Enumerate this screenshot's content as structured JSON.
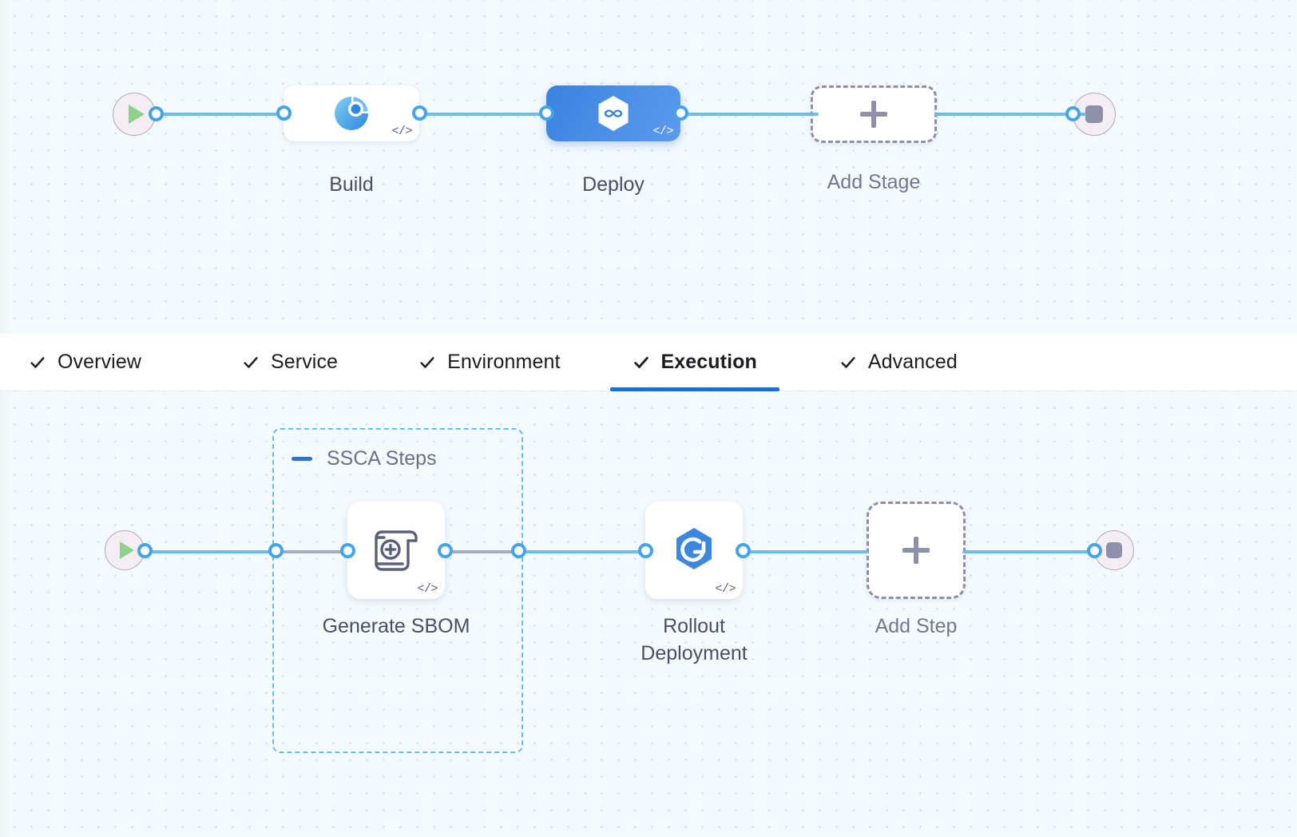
{
  "stage_canvas": {
    "start_node": {
      "icon": "play-icon",
      "label": ""
    },
    "end_node": {
      "icon": "stop-icon",
      "label": ""
    },
    "stages": [
      {
        "label": "Build",
        "icon": "build-pie-icon",
        "code_badge": "</>",
        "selected": false
      },
      {
        "label": "Deploy",
        "icon": "harness-infinity-icon",
        "code_badge": "</>",
        "selected": true
      }
    ],
    "add_stage": {
      "label": "Add Stage",
      "icon": "plus-icon"
    }
  },
  "tabs": [
    {
      "label": "Overview",
      "icon": "check-icon",
      "active": false
    },
    {
      "label": "Service",
      "icon": "check-icon",
      "active": false
    },
    {
      "label": "Environment",
      "icon": "check-icon",
      "active": false
    },
    {
      "label": "Execution",
      "icon": "check-icon",
      "active": true
    },
    {
      "label": "Advanced",
      "icon": "check-icon",
      "active": false
    }
  ],
  "execution_canvas": {
    "start_node": {
      "icon": "play-icon"
    },
    "end_node": {
      "icon": "stop-icon"
    },
    "step_group": {
      "title": "SSCA Steps",
      "collapse_icon": "minus-icon",
      "expanded": true
    },
    "steps": [
      {
        "label": "Generate SBOM",
        "icon": "sbom-scroll-plus-icon",
        "code_badge": "</>",
        "in_group": true
      },
      {
        "label": "Rollout\nDeployment",
        "icon": "rollout-hexagon-icon",
        "code_badge": "</>",
        "in_group": false
      }
    ],
    "add_step": {
      "label": "Add Step",
      "icon": "plus-icon"
    }
  },
  "colors": {
    "canvas_bg": "#f4fbfe",
    "edge_blue": "#69bcf0",
    "port_blue": "#45a3ec",
    "selected_stage": "#3b82e0",
    "active_tab_underline": "#1b6fd1",
    "group_dashed": "#69bcf0",
    "add_dashed": "#8d90a8",
    "play_green": "#8ed18a",
    "stop_gray": "#8d90a8"
  }
}
